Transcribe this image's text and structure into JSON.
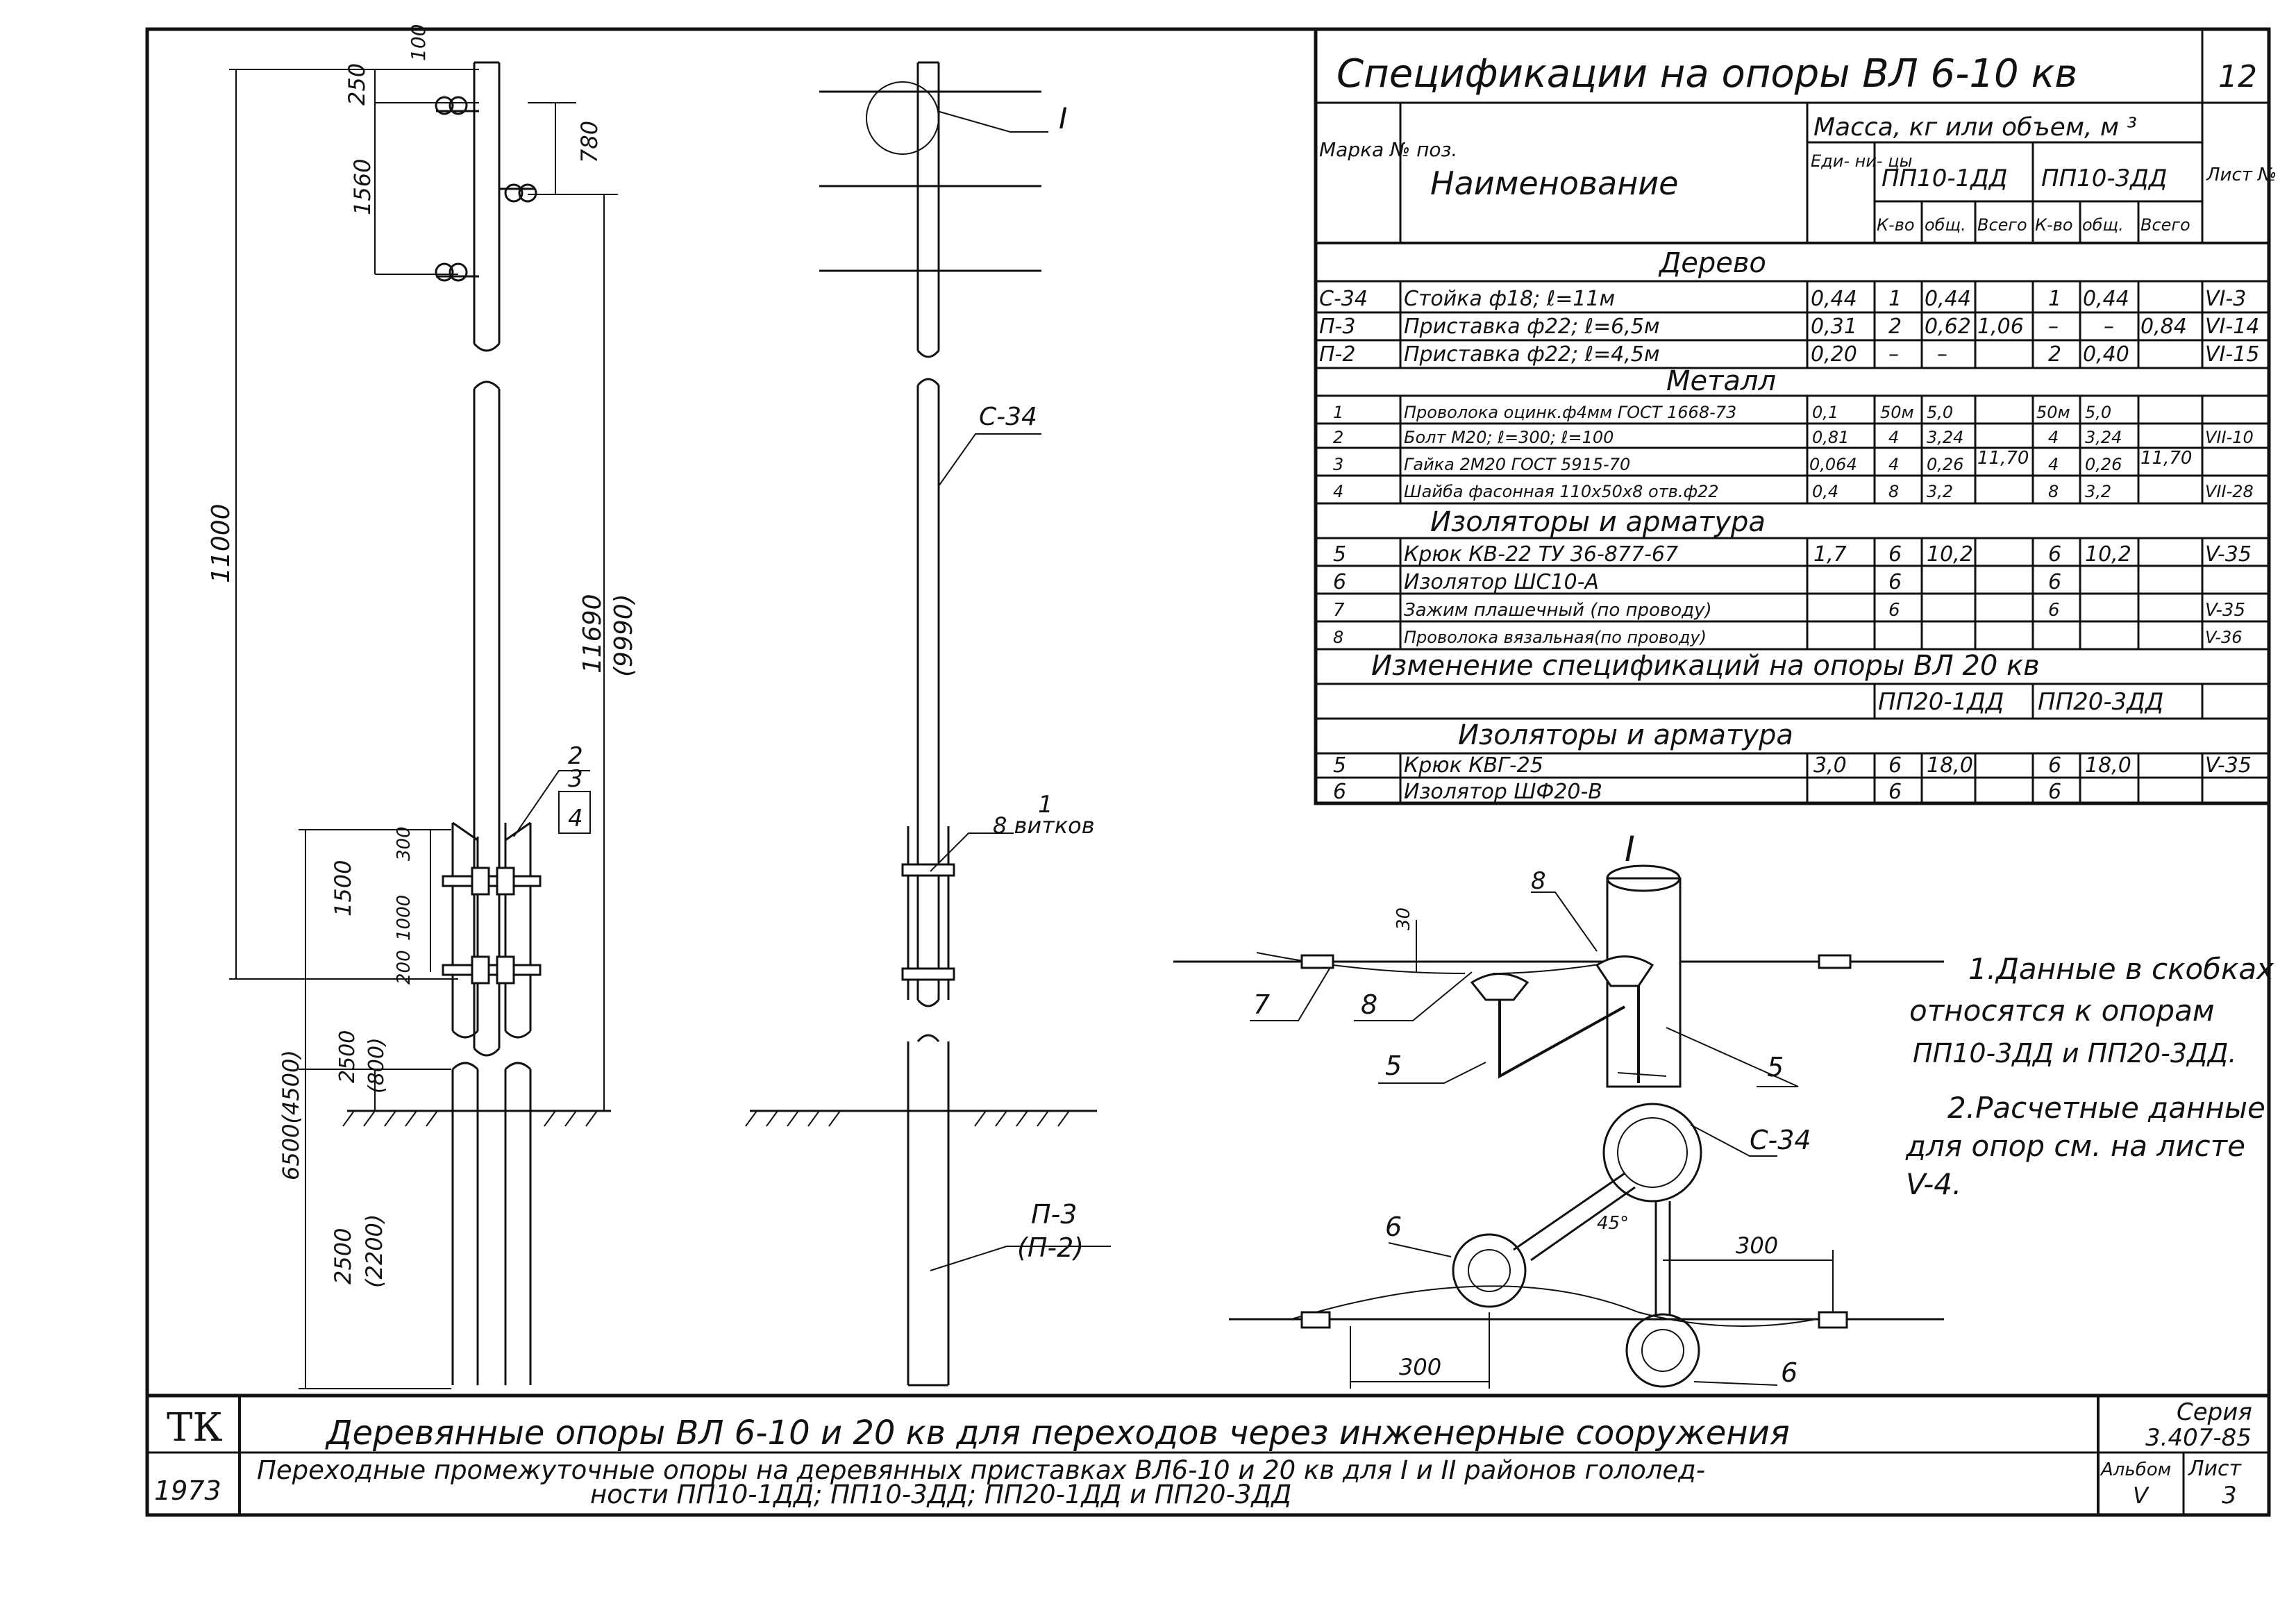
{
  "sheet": {
    "org": "ТК",
    "year": "1973",
    "title_main": "Деревянные опоры ВЛ 6-10 и 20 кв для переходов через инженерные сооружения",
    "title_sub_line1": "Переходные промежуточные опоры на деревянных приставках ВЛ6-10 и 20 кв для I и II районов гололед-",
    "title_sub_line2": "ности ПП10-1ДД; ПП10-3ДД; ПП20-1ДД и ПП20-3ДД",
    "series_label": "Серия",
    "series": "3.407-85",
    "album_label": "Альбом",
    "album": "V",
    "sheet_label": "Лист",
    "sheet_no": "3"
  },
  "spec": {
    "title": "Спецификации на опоры ВЛ 6-10 кв",
    "page_no": "12",
    "col_mark": "Марка № поз.",
    "col_name": "Наименование",
    "col_mass": "Масса, кг или объем, м ³",
    "col_unit": "Еди- ни- цы",
    "col_pp1": "ПП10-1ДД",
    "col_pp3": "ПП10-3ДД",
    "col_sheet": "Лист №",
    "sub_qty": "К-во",
    "sub_total": "общ.",
    "sub_all": "Всего",
    "sec_wood": "Дерево",
    "wood": [
      {
        "mark": "С-34",
        "name": "Стойка ф18; ℓ=11м",
        "unit": "0,44",
        "q1": "1",
        "t1": "0,44",
        "q3": "1",
        "t3": "0,44",
        "sheet": "VI-3"
      },
      {
        "mark": "П-3",
        "name": "Приставка ф22; ℓ=6,5м",
        "unit": "0,31",
        "q1": "2",
        "t1": "0,62",
        "q3": "–",
        "t3": "–",
        "sheet": "VI-14"
      },
      {
        "mark": "П-2",
        "name": "Приставка ф22; ℓ=4,5м",
        "unit": "0,20",
        "q1": "–",
        "t1": "–",
        "q3": "2",
        "t3": "0,40",
        "sheet": "VI-15"
      }
    ],
    "wood_all1": "1,06",
    "wood_all3": "0,84",
    "sec_metal": "Металл",
    "metal": [
      {
        "mark": "1",
        "name": "Проволока оцинк.ф4мм ГОСТ 1668-73",
        "unit": "0,1",
        "q1": "50м",
        "t1": "5,0",
        "q3": "50м",
        "t3": "5,0",
        "sheet": ""
      },
      {
        "mark": "2",
        "name": "Болт М20; ℓ=300; ℓ=100",
        "unit": "0,81",
        "q1": "4",
        "t1": "3,24",
        "q3": "4",
        "t3": "3,24",
        "sheet": "VII-10"
      },
      {
        "mark": "3",
        "name": "Гайка 2М20 ГОСТ 5915-70",
        "unit": "0,064",
        "q1": "4",
        "t1": "0,26",
        "q3": "4",
        "t3": "0,26",
        "sheet": ""
      },
      {
        "mark": "4",
        "name": "Шайба фасонная 110х50х8 отв.ф22",
        "unit": "0,4",
        "q1": "8",
        "t1": "3,2",
        "q3": "8",
        "t3": "3,2",
        "sheet": "VII-28"
      }
    ],
    "metal_all1": "11,70",
    "metal_all3": "11,70",
    "sec_ins": "Изоляторы и арматура",
    "ins": [
      {
        "mark": "5",
        "name": "Крюк КВ-22 ТУ 36-877-67",
        "unit": "1,7",
        "q1": "6",
        "t1": "10,2",
        "q3": "6",
        "t3": "10,2",
        "sheet": "V-35"
      },
      {
        "mark": "6",
        "name": "Изолятор ШС10-А",
        "unit": "",
        "q1": "6",
        "t1": "",
        "q3": "6",
        "t3": "",
        "sheet": ""
      },
      {
        "mark": "7",
        "name": "Зажим плашечный (по проводу)",
        "unit": "",
        "q1": "6",
        "t1": "",
        "q3": "6",
        "t3": "",
        "sheet": "V-35"
      },
      {
        "mark": "8",
        "name": "Проволока вязальная(по проводу)",
        "unit": "",
        "q1": "",
        "t1": "",
        "q3": "",
        "t3": "",
        "sheet": "V-36"
      }
    ],
    "sec_change": "Изменение спецификаций на опоры ВЛ 20 кв",
    "col_pp20_1": "ПП20-1ДД",
    "col_pp20_3": "ПП20-3ДД",
    "sec_ins2": "Изоляторы и арматура",
    "ins2": [
      {
        "mark": "5",
        "name": "Крюк КВГ-25",
        "unit": "3,0",
        "q1": "6",
        "t1": "18,0",
        "q3": "6",
        "t3": "18,0",
        "sheet": "V-35"
      },
      {
        "mark": "6",
        "name": "Изолятор ШФ20-В",
        "unit": "",
        "q1": "6",
        "t1": "",
        "q3": "6",
        "t3": "",
        "sheet": ""
      }
    ]
  },
  "notes": {
    "n1_l1": "1.Данные в скобках",
    "n1_l2": "относятся к опорам",
    "n1_l3": "ПП10-3ДД и ПП20-3ДД.",
    "n2_l1": "2.Расчетные данные",
    "n2_l2": "для опор см. на листе",
    "n2_l3": "V-4."
  },
  "drawing": {
    "dim_100": "100",
    "dim_250": "250",
    "dim_1560": "1560",
    "dim_780": "780",
    "dim_11000": "11000",
    "dim_11690": "11690",
    "dim_9990": "(9990)",
    "dim_1500": "1500",
    "dim_300": "300",
    "dim_1000": "1000",
    "dim_200": "200",
    "dim_2500a": "2500",
    "dim_800": "(800)",
    "dim_6500": "6500(4500)",
    "dim_2500b": "2500",
    "dim_2200": "(2200)",
    "callout_2": "2",
    "callout_3": "3",
    "callout_4": "4",
    "lbl_I": "I",
    "lbl_c34": "С-34",
    "lbl_1": "1",
    "lbl_8v": "8 витков",
    "lbl_p3": "П-3",
    "lbl_p2": "(П-2)",
    "detail_title": "I",
    "d_8a": "8",
    "d_30": "30",
    "d_7": "7",
    "d_8b": "8",
    "d_5a": "5",
    "d_5b": "5",
    "d_c34": "С-34",
    "d_6a": "6",
    "d_45": "45°",
    "d_300a": "300",
    "d_300b": "300",
    "d_6b": "6"
  }
}
